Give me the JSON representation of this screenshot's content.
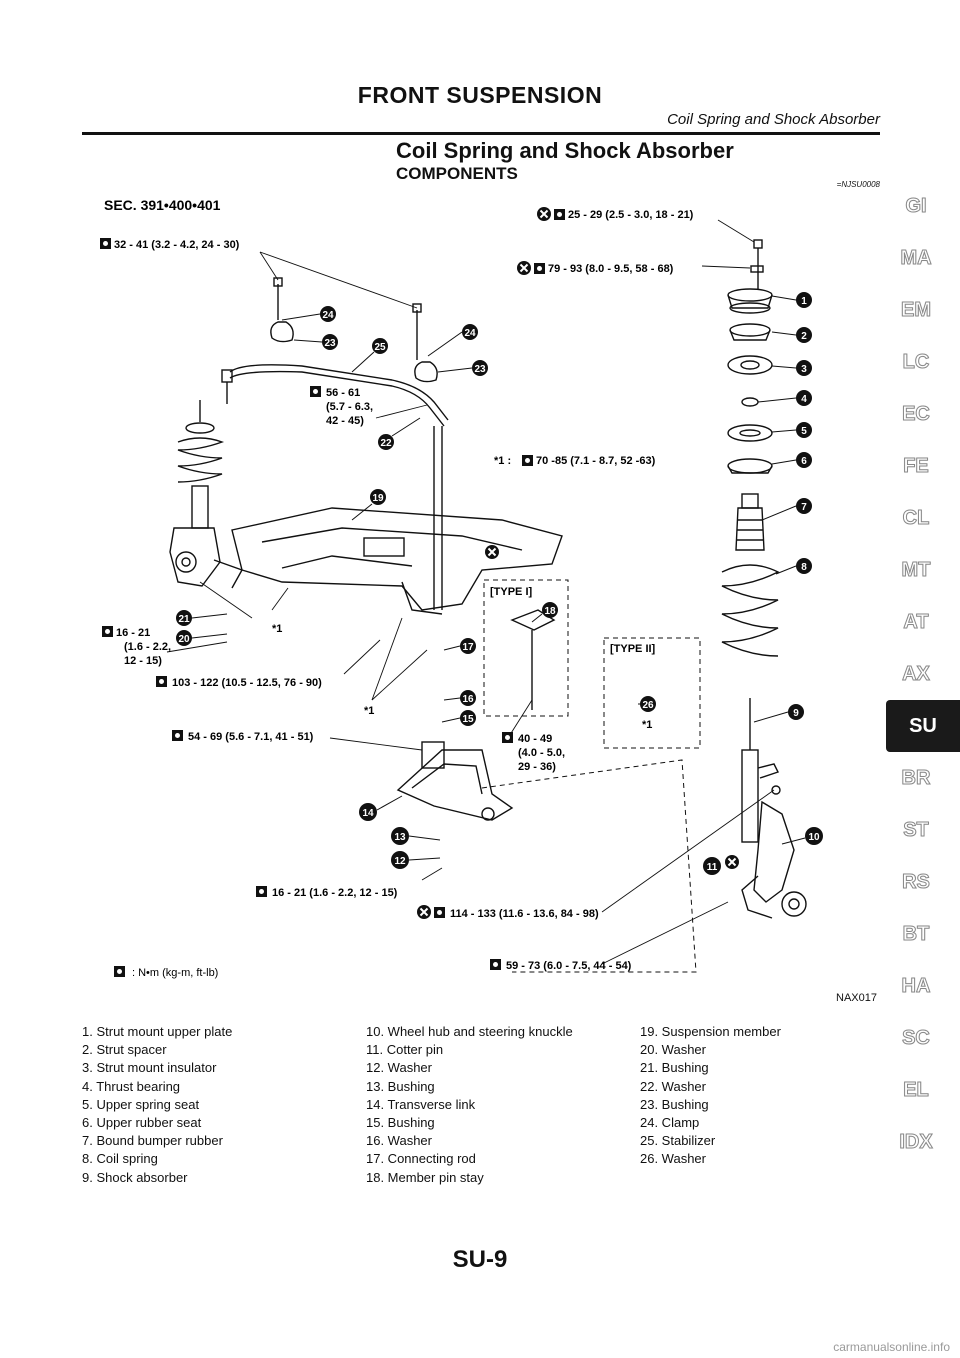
{
  "header": {
    "title": "FRONT SUSPENSION",
    "subtitle": "Coil Spring and Shock Absorber"
  },
  "section": {
    "title": "Coil Spring and Shock Absorber",
    "subtitle": "COMPONENTS",
    "ref_code": "=NJSU0008"
  },
  "diagram": {
    "sec": "SEC. 391•400•401",
    "id": "NAX017",
    "type1": "[TYPE I]",
    "type2": "[TYPE II]",
    "star1": "*1",
    "torques": {
      "t1": "25 - 29 (2.5 - 3.0, 18 - 21)",
      "t2": "32 - 41 (3.2 - 4.2, 24 - 30)",
      "t3": "79 - 93 (8.0 - 9.5, 58 - 68)",
      "t4a": "56 - 61",
      "t4b": "(5.7 - 6.3,",
      "t4c": "42 - 45)",
      "t5": "*1 :",
      "t5b": "70 -85 (7.1 - 8.7, 52 -63)",
      "t6a": "16 - 21",
      "t6b": "(1.6 - 2.2,",
      "t6c": "12 - 15)",
      "t7": "103 - 122 (10.5 - 12.5, 76 - 90)",
      "t8": "54 - 69 (5.6 - 7.1, 41 - 51)",
      "t9a": "40 - 49",
      "t9b": "(4.0 - 5.0,",
      "t9c": "29 - 36)",
      "t10": "16 - 21 (1.6 - 2.2, 12 - 15)",
      "t11": "114 - 133 (11.6 - 13.6, 84 - 98)",
      "t12": "59 - 73 (6.0 - 7.5, 44 - 54)",
      "units": ": N•m (kg-m, ft-lb)"
    },
    "callouts": [
      "1",
      "2",
      "3",
      "4",
      "5",
      "6",
      "7",
      "8",
      "9",
      "10",
      "11",
      "12",
      "13",
      "14",
      "15",
      "16",
      "17",
      "18",
      "19",
      "20",
      "21",
      "22",
      "23",
      "24",
      "25",
      "26"
    ]
  },
  "legend": {
    "col1": [
      "1. Strut mount upper plate",
      "2. Strut spacer",
      "3. Strut mount insulator",
      "4. Thrust bearing",
      "5. Upper spring seat",
      "6. Upper rubber seat",
      "7. Bound bumper rubber",
      "8. Coil spring",
      "9. Shock absorber"
    ],
    "col2": [
      "10. Wheel hub and steering knuckle",
      "11. Cotter pin",
      "12. Washer",
      "13. Bushing",
      "14. Transverse link",
      "15. Bushing",
      "16. Washer",
      "17. Connecting rod",
      "18. Member pin stay"
    ],
    "col3": [
      "19. Suspension member",
      "20. Washer",
      "21. Bushing",
      "22. Washer",
      "23. Bushing",
      "24. Clamp",
      "25. Stabilizer",
      "26. Washer"
    ]
  },
  "sidebar": {
    "tabs": [
      "GI",
      "MA",
      "EM",
      "LC",
      "EC",
      "FE",
      "CL",
      "MT",
      "AT",
      "AX",
      "SU",
      "BR",
      "ST",
      "RS",
      "BT",
      "HA",
      "SC",
      "EL",
      "IDX"
    ],
    "active": "SU"
  },
  "page_number": "SU-9",
  "watermark": "carmanualsonline.info"
}
